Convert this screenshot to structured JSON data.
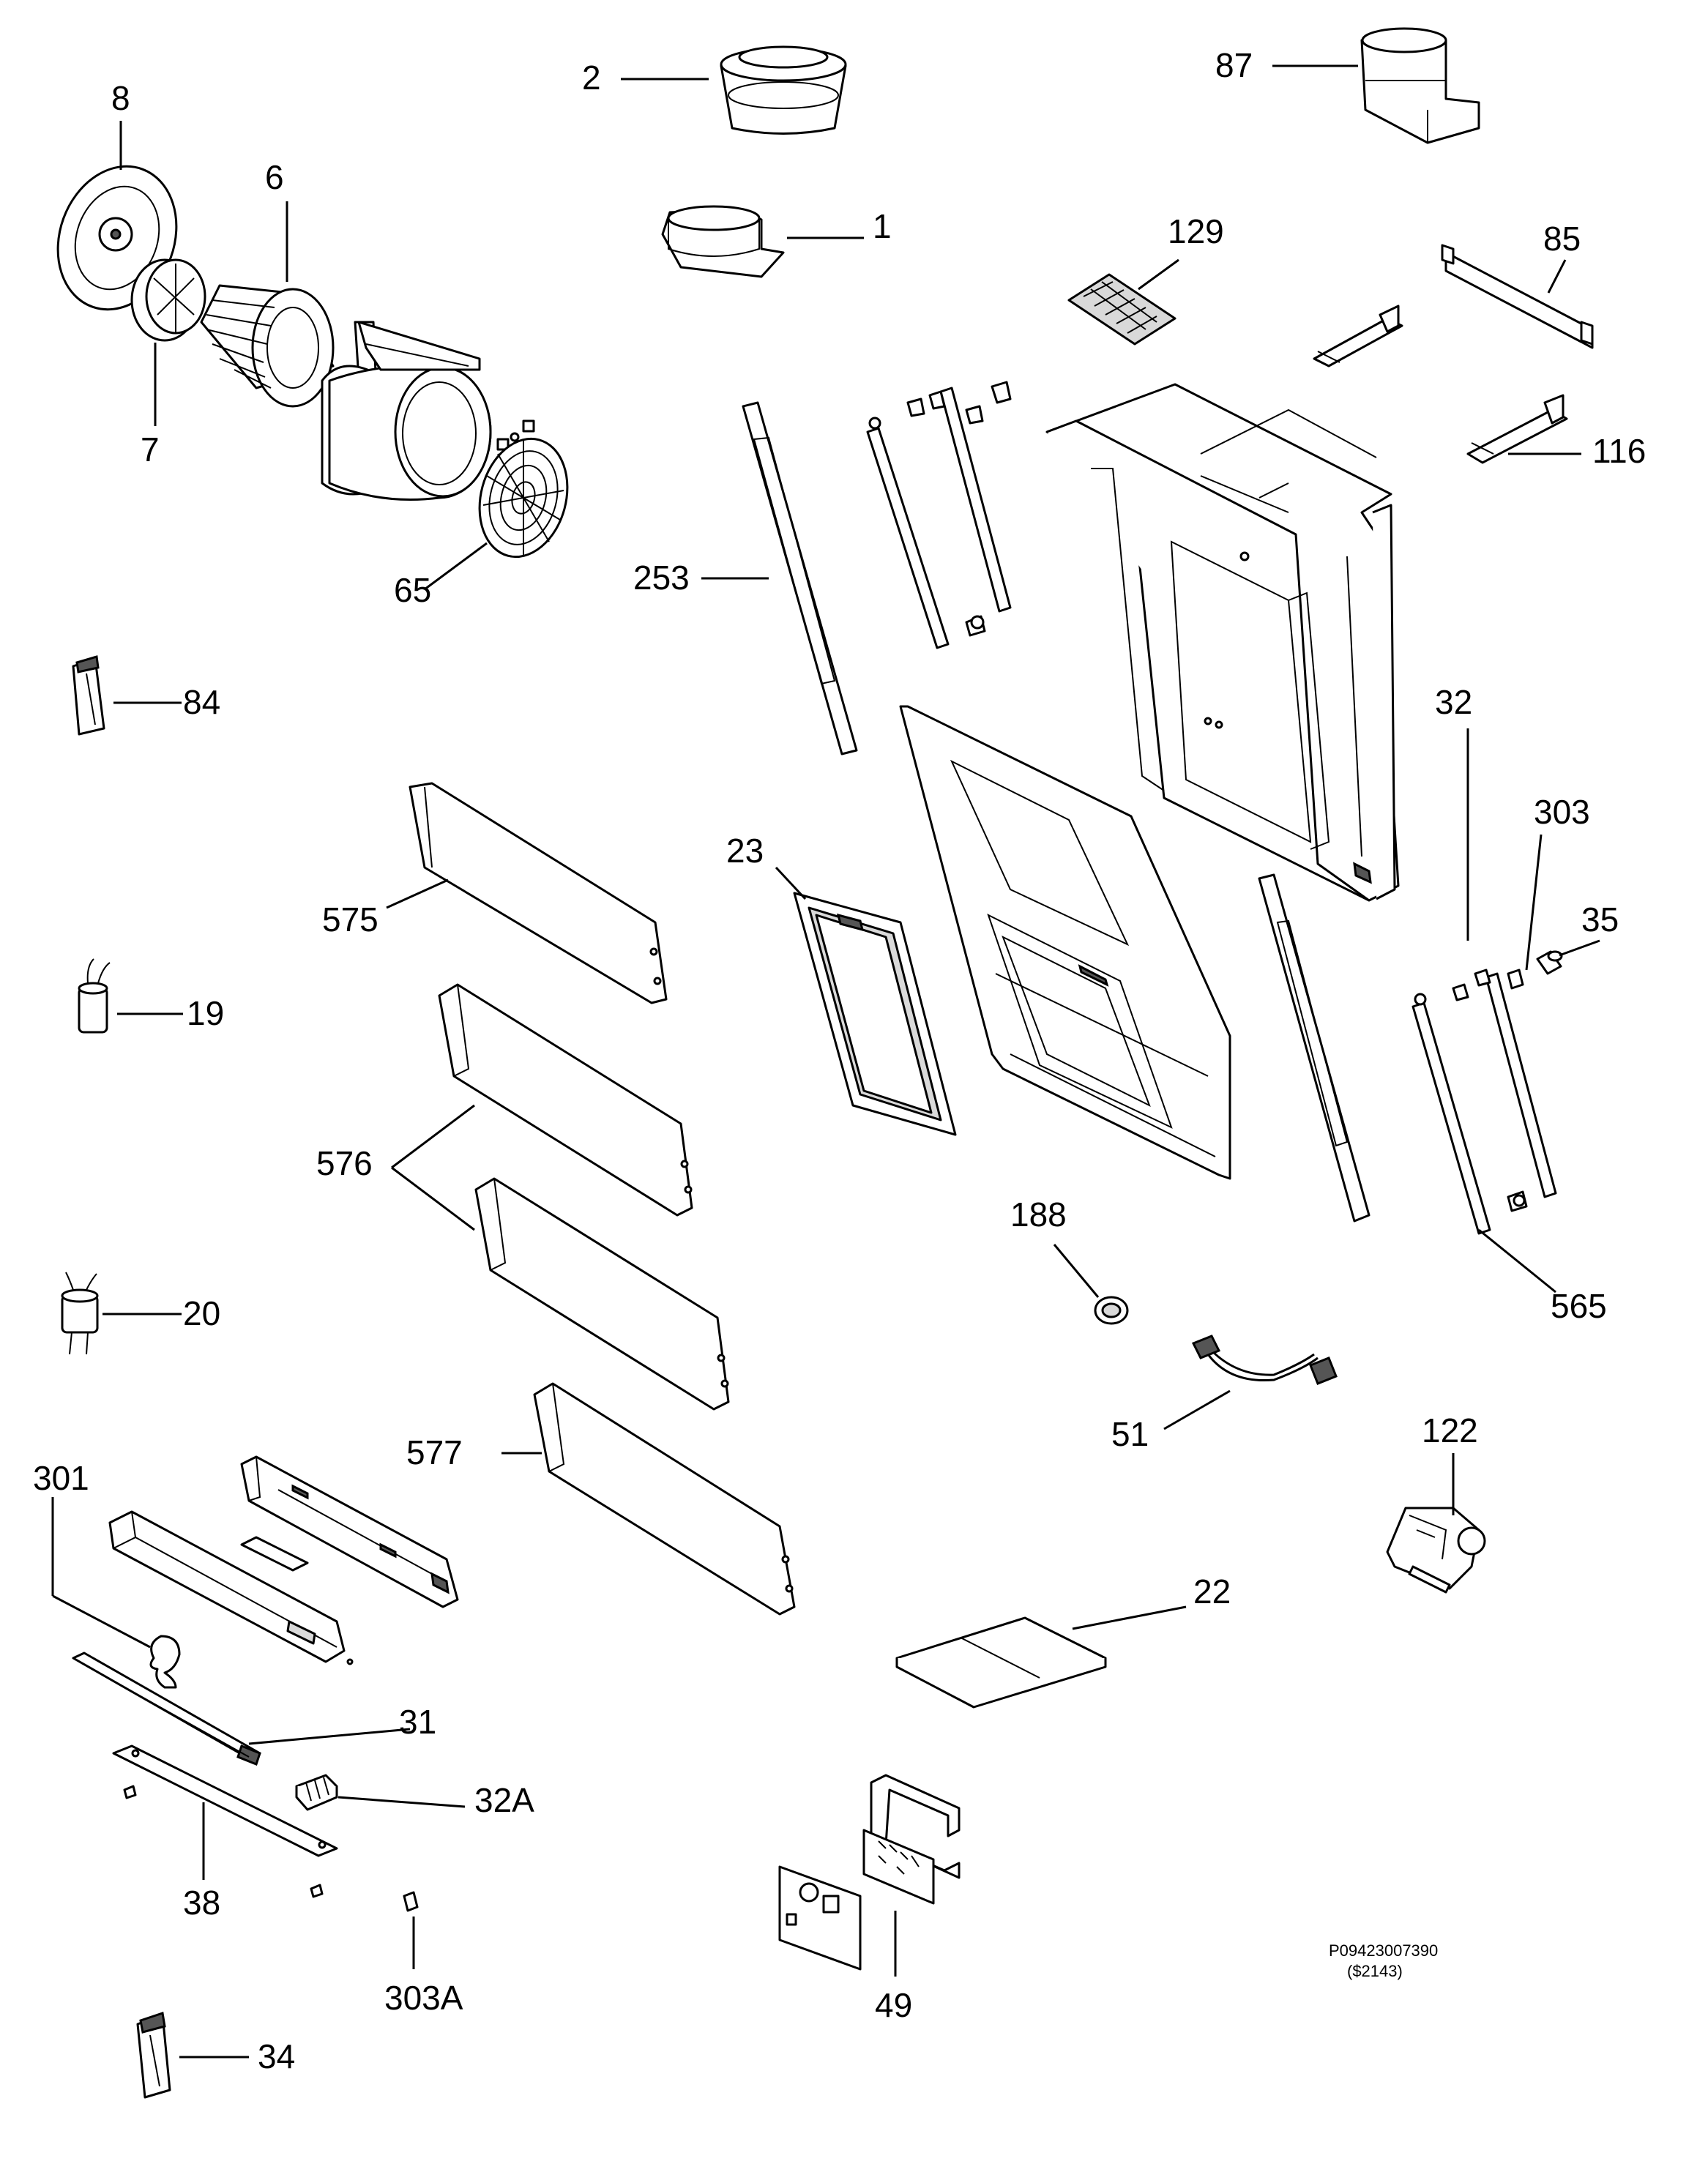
{
  "drawing": {
    "code": "P09423007390",
    "sub_code": "($2143)"
  },
  "callouts": {
    "c1": "1",
    "c2": "2",
    "c6": "6",
    "c7": "7",
    "c8": "8",
    "c19": "19",
    "c20": "20",
    "c22": "22",
    "c23": "23",
    "c31": "31",
    "c32": "32",
    "c32a": "32A",
    "c34": "34",
    "c35": "35",
    "c38": "38",
    "c49": "49",
    "c51": "51",
    "c65": "65",
    "c84": "84",
    "c85": "85",
    "c87": "87",
    "c116": "116",
    "c122": "122",
    "c129": "129",
    "c188": "188",
    "c253": "253",
    "c301": "301",
    "c303": "303",
    "c303a": "303A",
    "c565": "565",
    "c575": "575",
    "c576": "576",
    "c577": "577"
  }
}
